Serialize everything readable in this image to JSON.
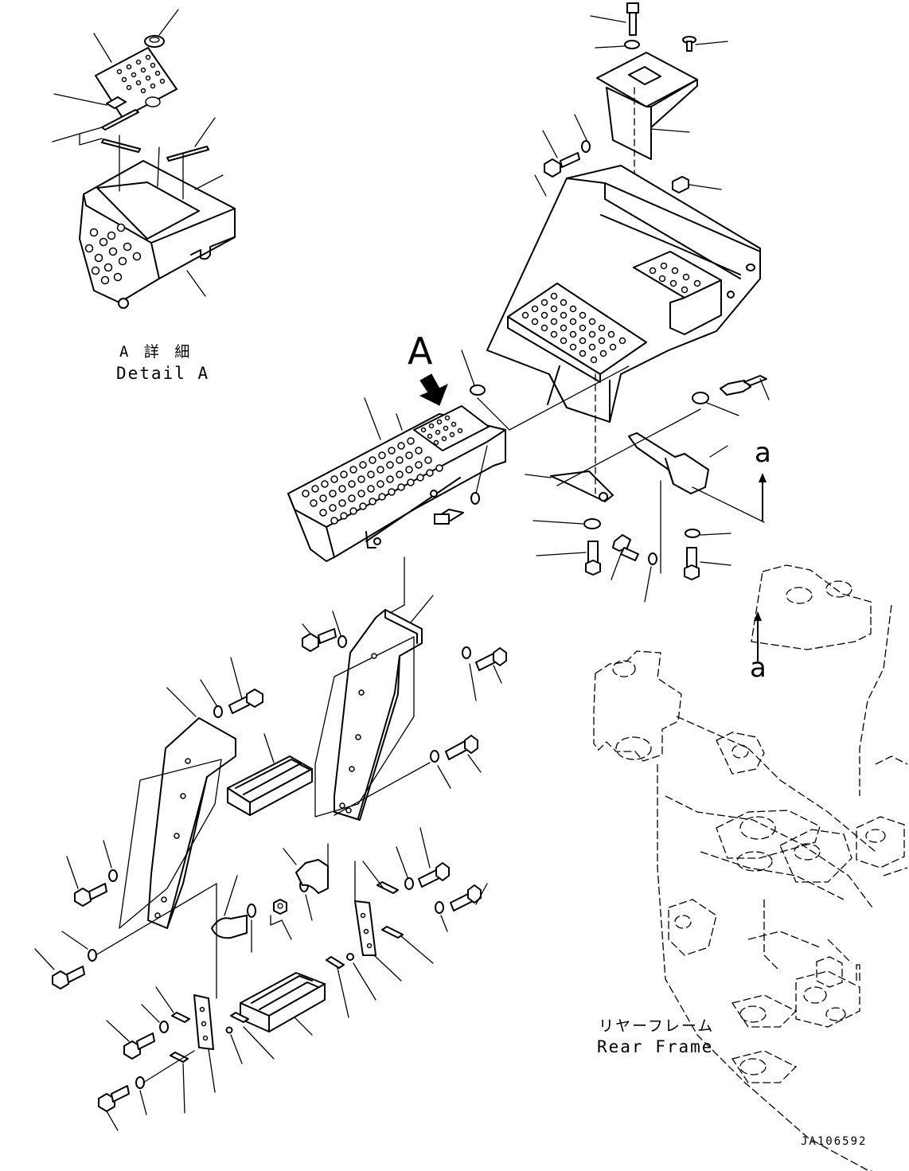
{
  "detail_label": {
    "jp": "A 詳 細",
    "en": "Detail A"
  },
  "view_label": "A",
  "arrow_ref_top": "a",
  "arrow_ref_bottom": "a",
  "frame_label": {
    "jp": "リヤーフレーム",
    "en": "Rear Frame"
  },
  "drawing_code": "JA106592"
}
